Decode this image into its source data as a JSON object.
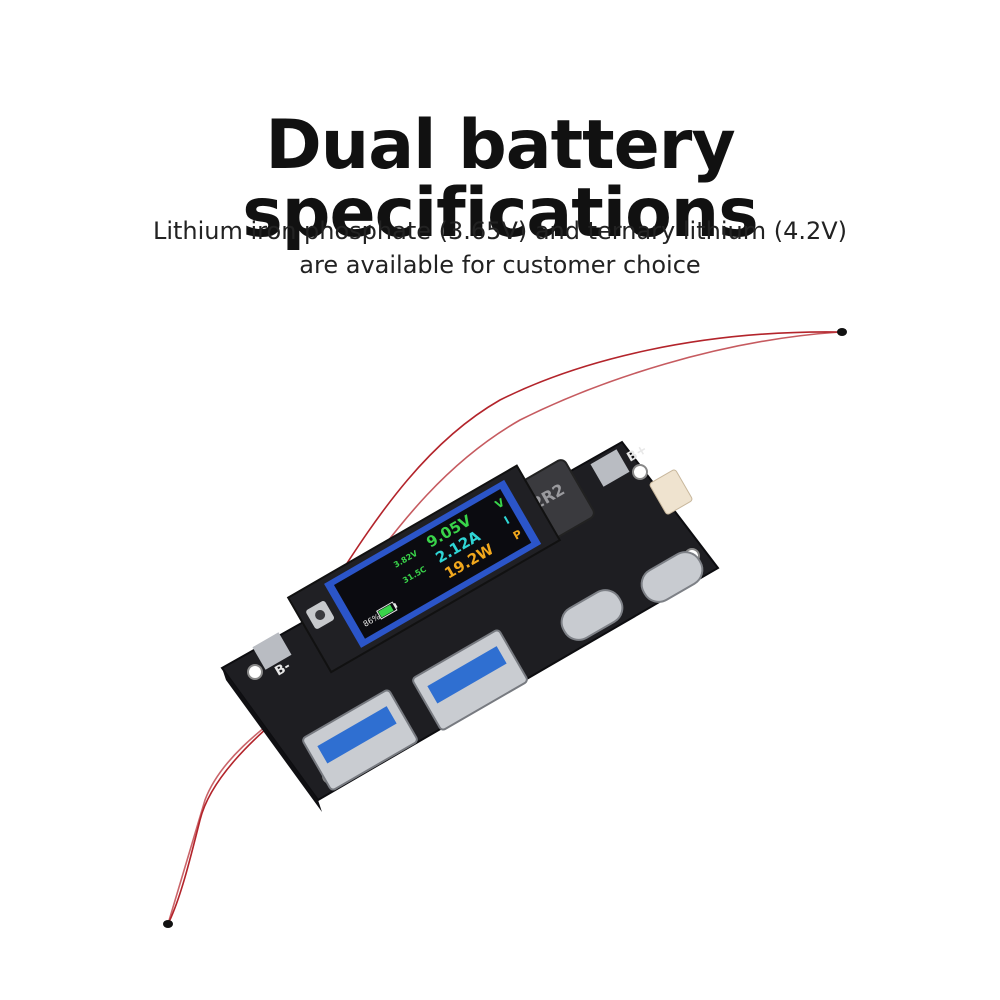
{
  "headline": "Dual battery specifications",
  "subheadline": {
    "line1": "Lithium iron phosphate (3.65V) and ternary lithium (4.2V)",
    "line2": "are available for customer choice"
  },
  "display": {
    "voltage_label": "V",
    "current_label": "I",
    "power_label": "P",
    "voltage": "9.05V",
    "current": "2.12A",
    "power": "19.2W",
    "battery_voltage": "3.82V",
    "temperature": "31.5C",
    "battery_percent": "86%",
    "battery_level": 0.86
  },
  "board": {
    "inductor_marking": "2R2",
    "b_plus": "B+",
    "b_minus": "B-"
  },
  "colors": {
    "board": "#1e1e22",
    "screen_bg": "#0b0b10",
    "screen_frame": "#2b55c9",
    "value_green": "#39d44a",
    "value_cyan": "#2fd6d6",
    "value_orange": "#f2a81d",
    "usb_blue": "#2f6fd1",
    "wire_red": "#b3242b"
  }
}
